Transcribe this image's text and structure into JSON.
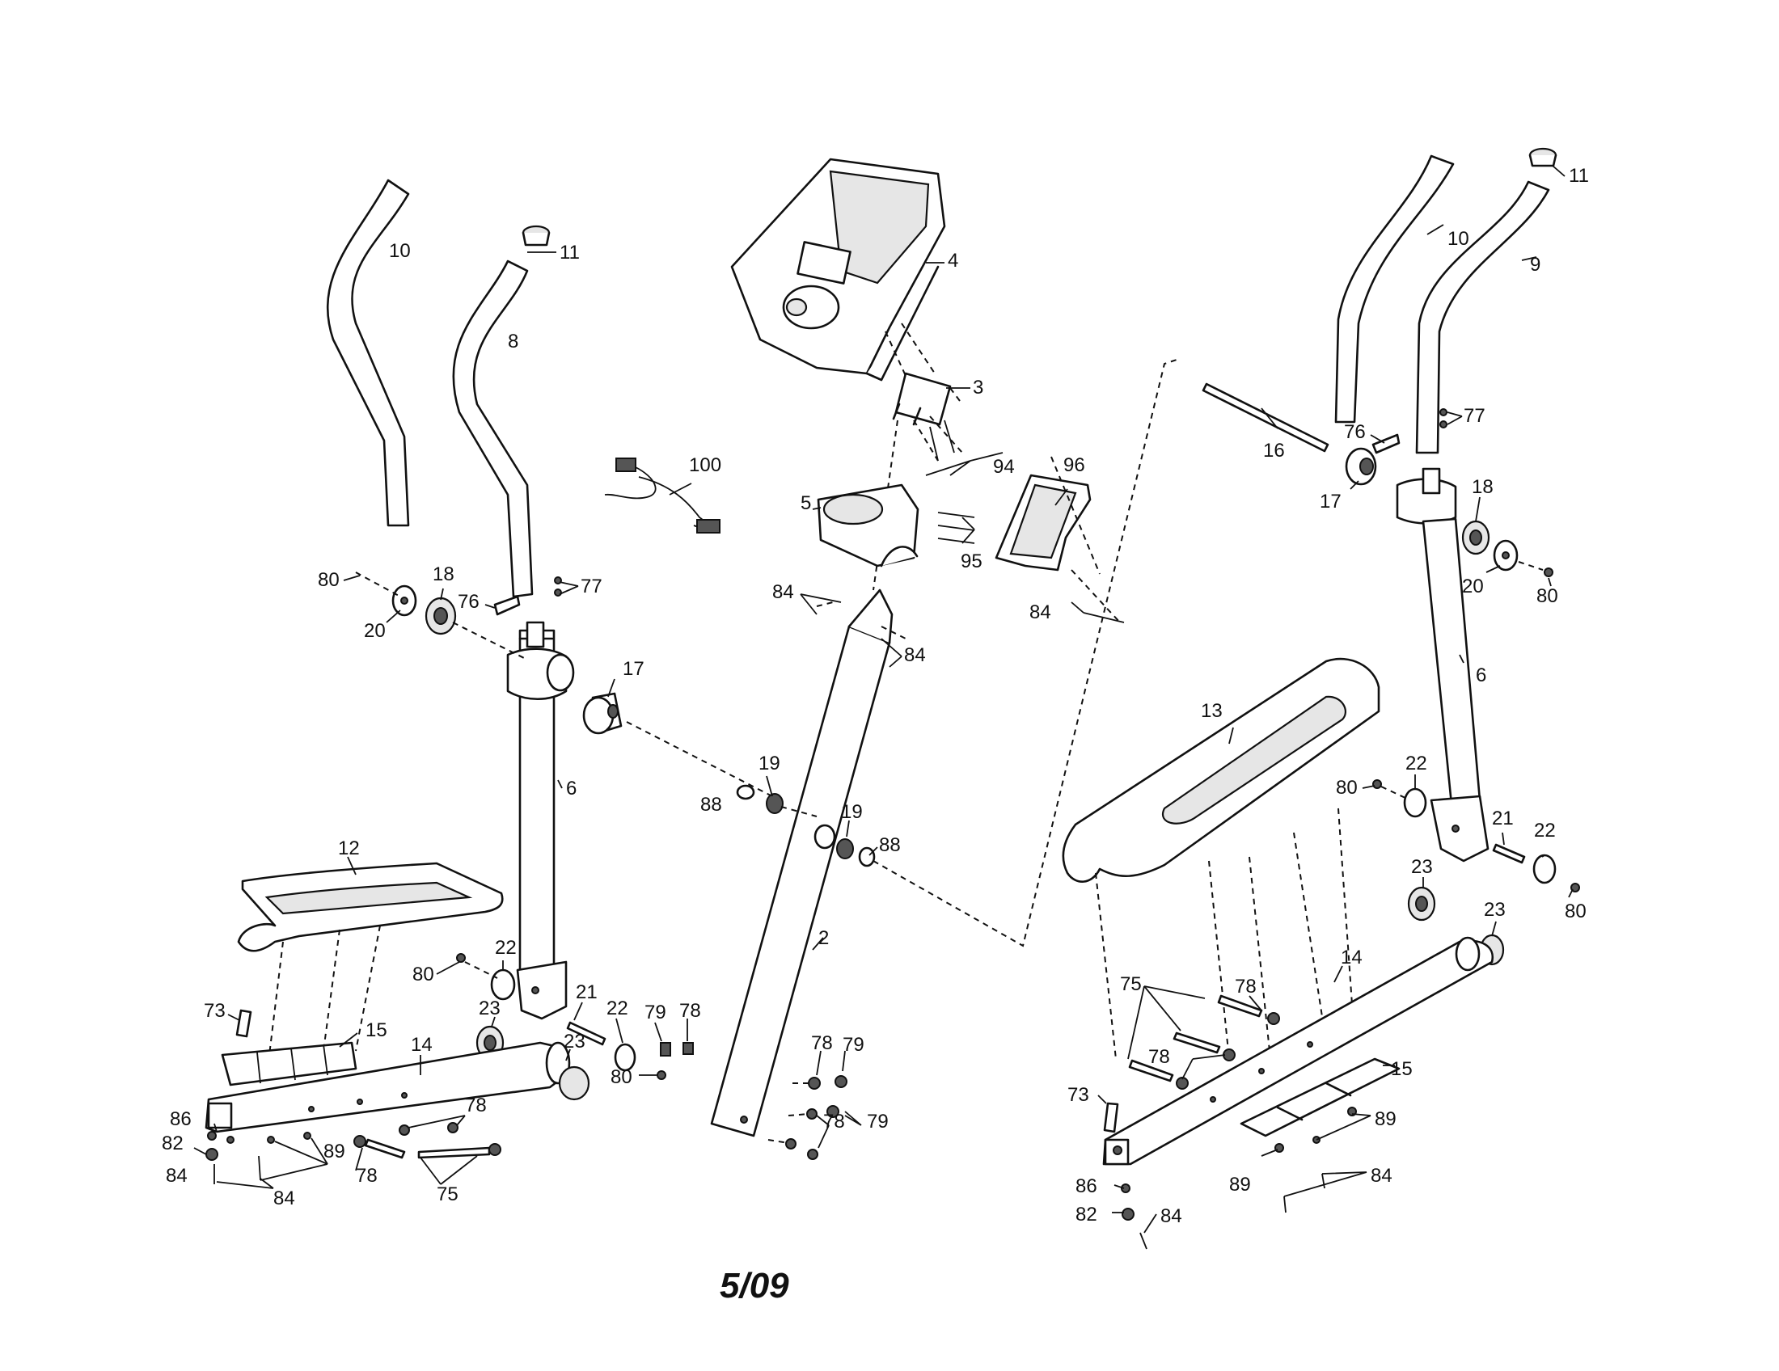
{
  "footer": {
    "date": "5/09"
  },
  "labels": {
    "l1": "10",
    "l2": "11",
    "l3": "8",
    "l4": "4",
    "l5": "3",
    "l6": "94",
    "l7": "100",
    "l8": "5",
    "l9": "95",
    "l10": "96",
    "l11": "84",
    "l12": "84",
    "l13": "84",
    "l14": "80",
    "l15": "18",
    "l16": "77",
    "l17": "76",
    "l18": "20",
    "l19": "17",
    "l20": "19",
    "l21": "88",
    "l22": "6",
    "l23": "19",
    "l24": "88",
    "l25": "12",
    "l26": "2",
    "l27": "80",
    "l28": "22",
    "l29": "23",
    "l30": "21",
    "l31": "22",
    "l32": "79",
    "l33": "78",
    "l34": "73",
    "l35": "15",
    "l36": "14",
    "l37": "23",
    "l38": "80",
    "l39": "78",
    "l40": "79",
    "l41": "78",
    "l42": "79",
    "l43": "78",
    "l44": "86",
    "l45": "82",
    "l46": "89",
    "l47": "78",
    "l48": "84",
    "l49": "84",
    "l50": "75",
    "r1": "11",
    "r2": "10",
    "r3": "9",
    "r4": "77",
    "r5": "76",
    "r6": "16",
    "r7": "17",
    "r8": "18",
    "r9": "20",
    "r10": "80",
    "r11": "6",
    "r12": "13",
    "r13": "22",
    "r14": "80",
    "r15": "21",
    "r16": "22",
    "r17": "23",
    "r18": "23",
    "r19": "80",
    "r20": "75",
    "r21": "78",
    "r22": "14",
    "r23": "78",
    "r24": "15",
    "r25": "73",
    "r26": "89",
    "r27": "89",
    "r28": "84",
    "r29": "86",
    "r30": "82",
    "r31": "84"
  }
}
